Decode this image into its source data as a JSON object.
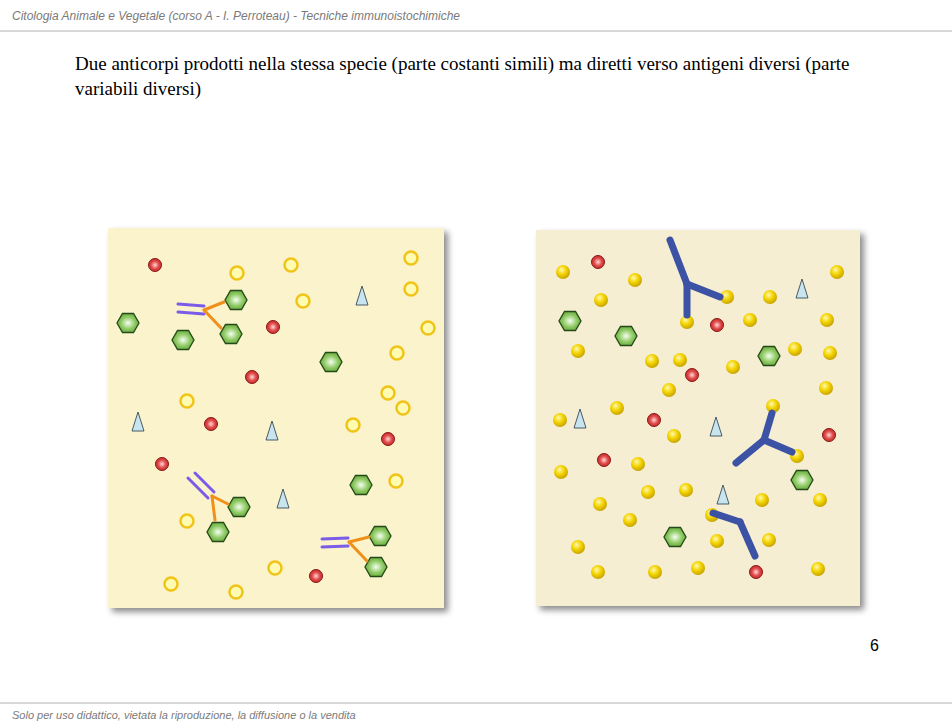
{
  "diagram": {
    "title": "Due anticorpi prodotti nella stessa specie (parte costanti simili) ma diretti verso antigeni diversi (parte variabili diversi)",
    "labels": [
      "Citologia Animale e Vegetale (corso A - I. Perroteau) - Tecniche immunoistochimiche",
      "6",
      "Solo per uso didattico, vietata la riproduzione, la diffusione o la vendita"
    ]
  }
}
